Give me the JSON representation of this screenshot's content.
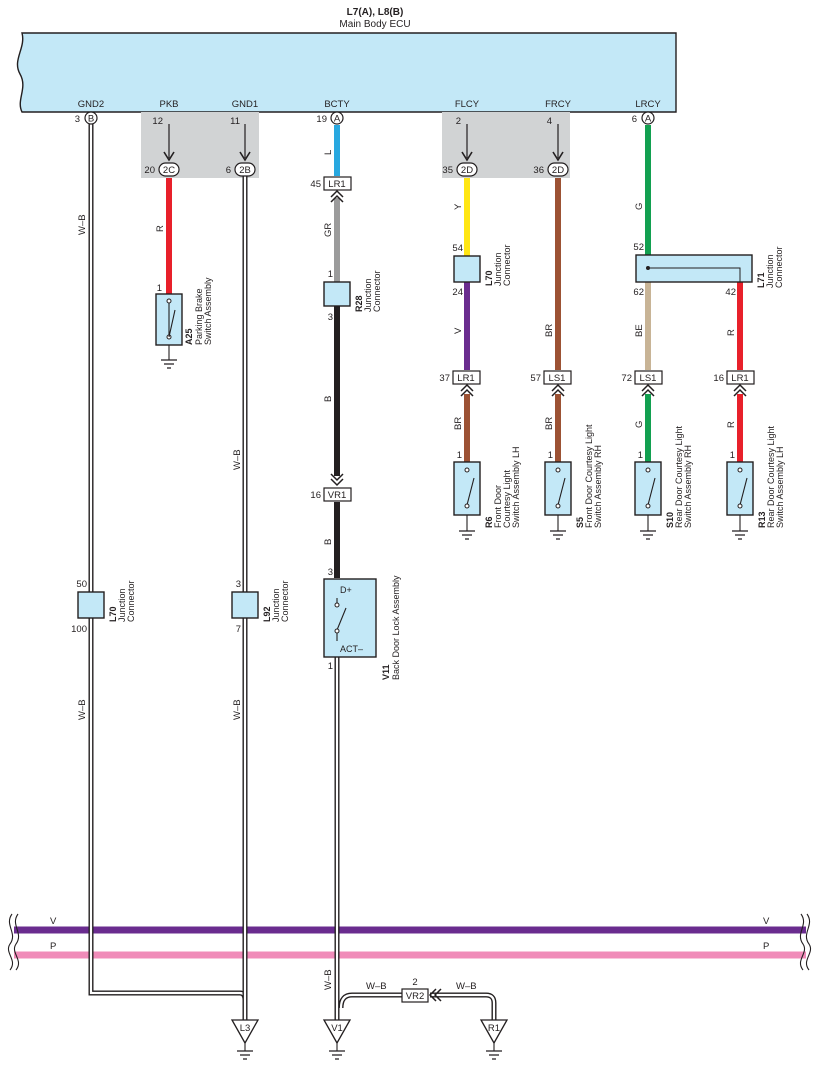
{
  "ecu": {
    "title": "L7(A), L8(B)",
    "subtitle": "Main Body ECU",
    "terminals": [
      {
        "id": "GND2",
        "label": "GND2",
        "pin": "3",
        "conn": "B"
      },
      {
        "id": "PKB",
        "label": "PKB",
        "pin": "12"
      },
      {
        "id": "GND1",
        "label": "GND1",
        "pin": "11"
      },
      {
        "id": "BCTY",
        "label": "BCTY",
        "pin": "19",
        "conn": "A"
      },
      {
        "id": "FLCY",
        "label": "FLCY",
        "pin": "2"
      },
      {
        "id": "FRCY",
        "label": "FRCY",
        "pin": "4"
      },
      {
        "id": "LRCY",
        "label": "LRCY",
        "pin": "6",
        "conn": "A"
      }
    ]
  },
  "junction_pins": [
    {
      "pin": "20",
      "conn": "2C"
    },
    {
      "pin": "6",
      "conn": "2B"
    },
    {
      "pin": "35",
      "conn": "2D"
    },
    {
      "pin": "36",
      "conn": "2D"
    }
  ],
  "inline_connectors": [
    {
      "pin": "45",
      "name": "LR1"
    },
    {
      "pin": "16",
      "name": "VR1"
    },
    {
      "pin": "37",
      "name": "LR1"
    },
    {
      "pin": "57",
      "name": "LS1"
    },
    {
      "pin": "72",
      "name": "LS1"
    },
    {
      "pin": "16",
      "name": "LR1"
    },
    {
      "pin": "2",
      "name": "VR2"
    }
  ],
  "wire_colors": {
    "R": "#e8202a",
    "L": "#28a8e0",
    "GR": "#9b9b9b",
    "B": "#231f20",
    "Y": "#ffe614",
    "V": "#6a2c8f",
    "BR": "#9c5234",
    "G": "#12a050",
    "BE": "#c8b496",
    "WB": "#ffffff",
    "P": "#f08cb9"
  },
  "wire_labels": {
    "gnd2": "W–B",
    "gnd2_low": "W–B",
    "gnd1": "W–B",
    "gnd1_low": "W–B",
    "pkb": "R",
    "bcty_l": "L",
    "bcty_gr": "GR",
    "bcty_b": "B",
    "bcty_b2": "B",
    "bcty_wb": "W–B",
    "flcy_y": "Y",
    "flcy_v": "V",
    "flcy_br": "BR",
    "frcy_br": "BR",
    "frcy_br2": "BR",
    "lrcy_g": "G",
    "lrcy_be": "BE",
    "lrcy_g2": "G",
    "rr_r": "R",
    "rr_r2": "R",
    "vr2_left": "W–B",
    "vr2_right": "W–B"
  },
  "bus": {
    "v_label": "V",
    "p_label": "P"
  },
  "components": {
    "a25": {
      "code": "A25",
      "desc1": "Parking Brake",
      "desc2": "Switch Assembly",
      "pin": "1"
    },
    "r28": {
      "code": "R28",
      "desc1": "Junction",
      "desc2": "Connector",
      "pin_top": "1",
      "pin_bottom": "3"
    },
    "v11": {
      "code": "V11",
      "desc1": "Back Door Lock Assembly",
      "pin_top": "3",
      "pin_bottom": "1",
      "term_top": "D+",
      "term_bottom": "ACT–"
    },
    "l70_flcy": {
      "code": "L70",
      "desc1": "Junction",
      "desc2": "Connector",
      "pin_top": "54",
      "pin_bottom": "24"
    },
    "l71": {
      "code": "L71",
      "desc1": "Junction",
      "desc2": "Connector",
      "pin_tl": "52",
      "pin_bl": "62",
      "pin_br": "42"
    },
    "r6": {
      "code": "R6",
      "desc1": "Front Door",
      "desc2": "Courtesy Light",
      "desc3": "Switch Assembly LH",
      "pin": "1"
    },
    "s5": {
      "code": "S5",
      "desc1": "Front Door Courtesy Light",
      "desc2": "Switch Assembly RH",
      "pin": "1"
    },
    "s10": {
      "code": "S10",
      "desc1": "Rear Door Courtesy Light",
      "desc2": "Switch Assembly RH",
      "pin": "1"
    },
    "r13": {
      "code": "R13",
      "desc1": "Rear Door Courtesy Light",
      "desc2": "Switch Assembly LH",
      "pin": "1"
    },
    "l70_gnd": {
      "code": "L70",
      "desc1": "Junction",
      "desc2": "Connector",
      "pin_top": "50",
      "pin_bottom": "100"
    },
    "l92": {
      "code": "L92",
      "desc1": "Junction",
      "desc2": "Connector",
      "pin_top": "3",
      "pin_bottom": "7"
    }
  },
  "grounds": [
    "L3",
    "V1",
    "R1"
  ]
}
